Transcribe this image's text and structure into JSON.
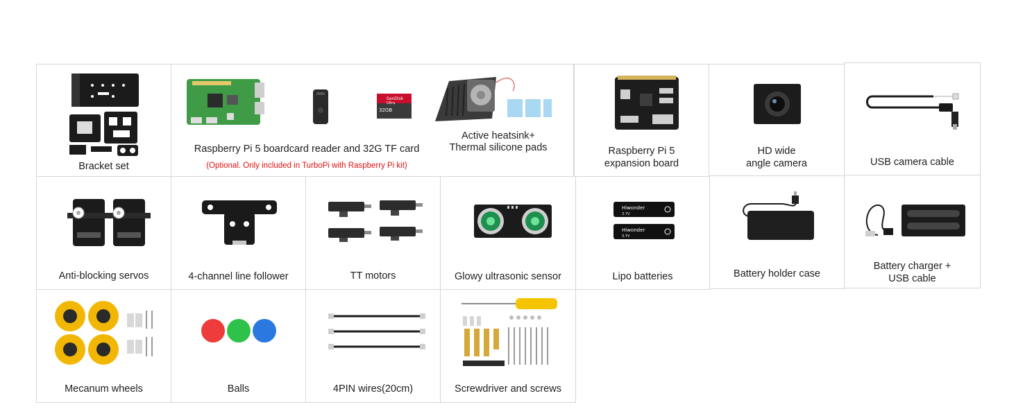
{
  "items": {
    "bracket": "Bracket set",
    "raspberry": "Raspberry Pi 5 boardcard reader and 32G TF card",
    "raspberry_note": "(Optional. Only included in TurboPi with Raspberry Pi kit)",
    "heatsink_line1": "Active heatsink+",
    "heatsink_line2": "Thermal silicone pads",
    "expansion_line1": "Raspberry Pi 5",
    "expansion_line2": "expansion board",
    "camera_line1": "HD wide",
    "camera_line2": "angle camera",
    "usb_camera_cable": "USB camera cable",
    "servos": "Anti-blocking servos",
    "line_follower": "4-channel line follower",
    "tt_motors": "TT motors",
    "ultrasonic": "Glowy ultrasonic sensor",
    "lipo": "Lipo batteries",
    "battery_holder": "Battery holder case",
    "charger_line1": "Battery charger +",
    "charger_line2": "USB cable",
    "mecanum": "Mecanum wheels",
    "balls": "Balls",
    "wires": "4PIN wires(20cm)",
    "screws": "Screwdriver and screws"
  },
  "printed": {
    "sd_brand": "SanDisk",
    "sd_line": "Ultra",
    "sd_size": "32GB",
    "battery_brand": "Hiwonder",
    "battery_voltage": "3.7V"
  },
  "colors": {
    "note_red": "#e01010",
    "border": "#d6d6d6",
    "wheel_yellow": "#f2b705",
    "ball_red": "#ee3b3b",
    "ball_green": "#2fc24a",
    "ball_blue": "#2b79e0"
  }
}
